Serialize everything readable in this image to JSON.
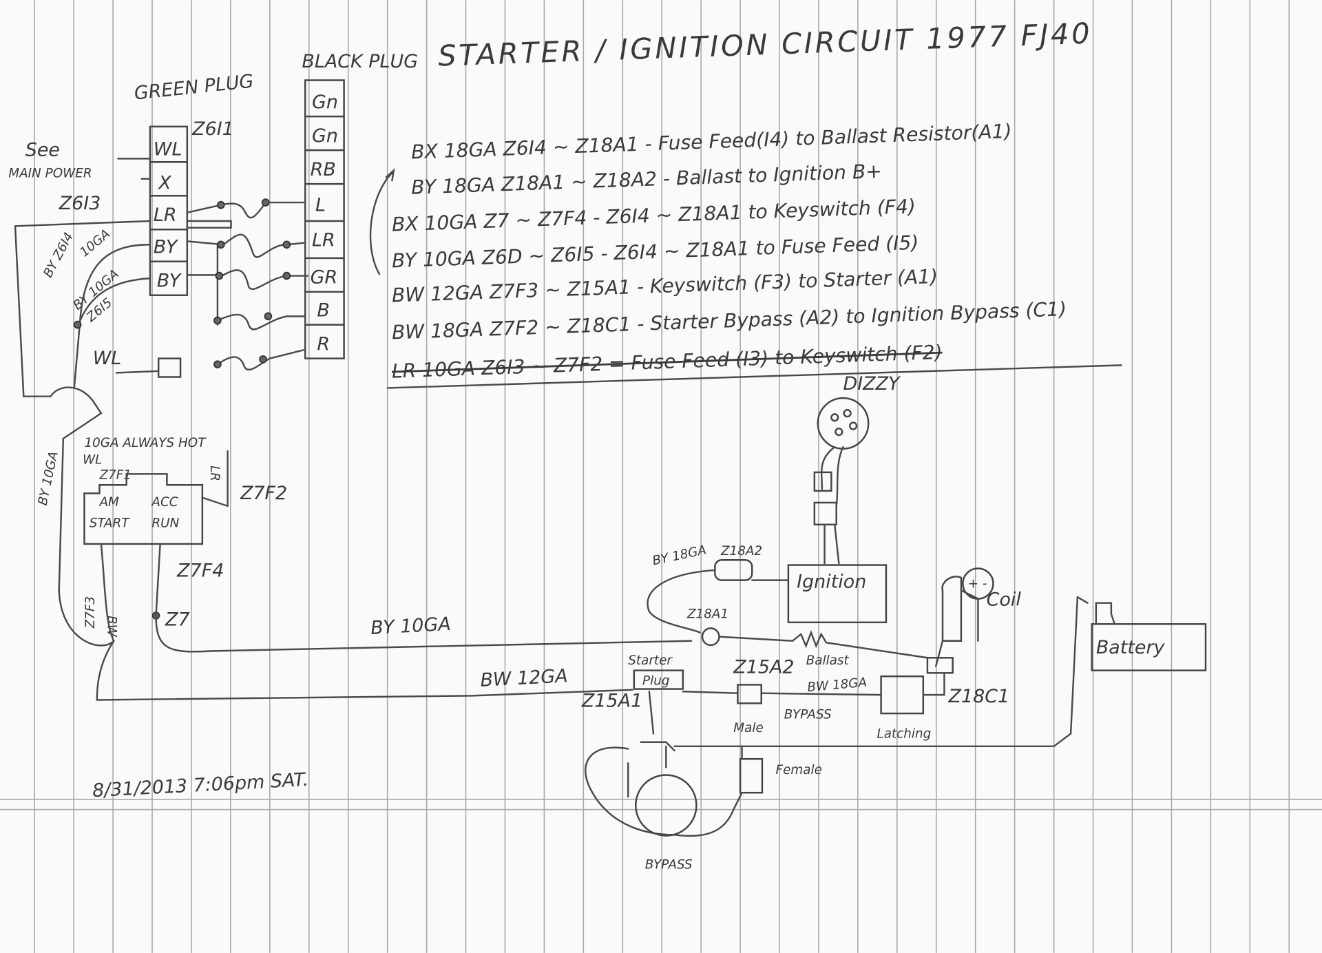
{
  "title": "STARTER / IGNITION CIRCUIT 1977 FJ40",
  "connectors": {
    "black_plug_label": "BLACK PLUG",
    "green_plug_label": "GREEN PLUG",
    "green_plug_id": "Z6I1",
    "green_plug_pins": [
      "WL",
      "X",
      "LR",
      "BY",
      "BY"
    ],
    "black_plug_pins": [
      "Gn",
      "Gn",
      "RB",
      "L",
      "LR",
      "GR",
      "B",
      "R"
    ]
  },
  "left_labels": {
    "see": "See",
    "main_power": "MAIN POWER",
    "z6i3": "Z6I3",
    "by_z6i4": "BY Z6I4",
    "ga10_a": "10GA",
    "by_10ga": "BY 10GA",
    "z6i5": "Z6I5",
    "wl": "WL"
  },
  "wire_table": [
    {
      "text": "BX 18GA  Z6I4 ~ Z18A1 - Fuse Feed(I4) to Ballast Resistor(A1)",
      "struck": false
    },
    {
      "text": "BY 18GA  Z18A1 ~ Z18A2 - Ballast to Ignition B+",
      "struck": false
    },
    {
      "text": "BX 10GA  Z7 ~ Z7F4 - Z6I4 ~ Z18A1  to Keyswitch (F4)",
      "struck": false
    },
    {
      "text": "BY 10GA  Z6D ~ Z6I5 - Z6I4 ~ Z18A1  to Fuse Feed (I5)",
      "struck": false
    },
    {
      "text": "BW 12GA  Z7F3 ~ Z15A1 - Keyswitch (F3) to Starter (A1)",
      "struck": false
    },
    {
      "text": "BW 18GA  Z7F2 ~ Z18C1 - Starter Bypass (A2) to Ignition Bypass (C1)",
      "struck": false
    },
    {
      "text": "LR 10GA  Z6I3 ~ Z7F2 = Fuse Feed (I3) to Keyswitch (F2)",
      "struck": true
    }
  ],
  "keyswitch": {
    "always_hot": "10GA ALWAYS HOT",
    "wl": "WL",
    "z7f1": "Z7F1",
    "lr": "LR",
    "z7f2": "Z7F2",
    "am": "AM",
    "acc": "ACC",
    "start": "START",
    "run": "RUN",
    "z7f4": "Z7F4",
    "z7f3": "Z7F3",
    "bw": "BW",
    "z7": "Z7",
    "by_10ga": "BY 10GA"
  },
  "engine": {
    "dizzy": "DIZZY",
    "by_18ga": "BY 18GA",
    "z18a2": "Z18A2",
    "ignition": "Ignition",
    "z18a1": "Z18A1",
    "coil": "Coil",
    "battery": "Battery",
    "by_10ga": "BY 10GA",
    "bw_12ga": "BW 12GA",
    "starter_plug_top": "Starter",
    "starter_plug": "Plug",
    "z15a2": "Z15A2",
    "ballast": "Ballast",
    "bw_18ga": "BW 18GA",
    "bypass_label": "BYPASS",
    "z15a1": "Z15A1",
    "male": "Male",
    "latching": "Latching",
    "z18c1": "Z18C1",
    "female": "Female",
    "bypass_bottom": "BYPASS"
  },
  "date_note": "8/31/2013  7:06pm SAT."
}
